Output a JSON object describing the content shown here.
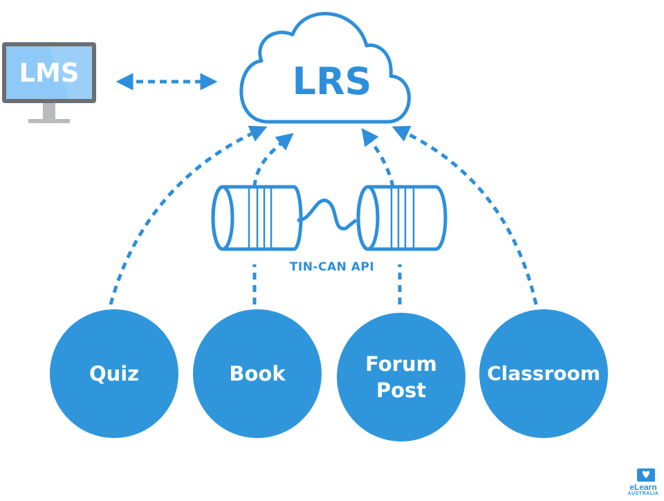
{
  "lms": {
    "label": "LMS"
  },
  "lrs": {
    "label": "LRS"
  },
  "api": {
    "label": "TIN-CAN API"
  },
  "nodes": [
    {
      "label": "Quiz"
    },
    {
      "label": "Book"
    },
    {
      "label": "Forum\nPost"
    },
    {
      "label": "Classroom"
    }
  ],
  "brand": {
    "name": "eLearn",
    "sub": "AUSTRALIA",
    "icon": "open-book-heart-icon"
  },
  "colors": {
    "primary": "#2d8fdb",
    "node_fill": "#2f96dc",
    "monitor_screen": "#8ec9f7",
    "monitor_frame": "#6d6e71",
    "stand": "#b9babc"
  }
}
